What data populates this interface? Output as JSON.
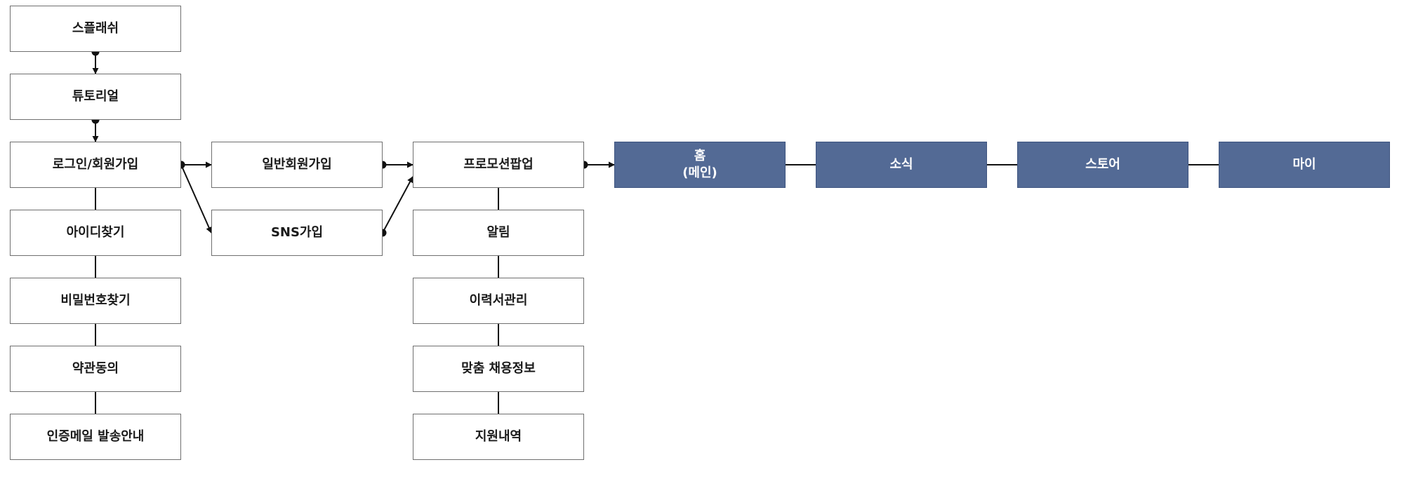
{
  "diagram": {
    "colors": {
      "line": "#111111",
      "box_border": "#6f6f6f",
      "main_fill": "#536a95",
      "main_text": "#ffffff"
    },
    "nodes": [
      {
        "id": "splash",
        "label": "스플래쉬",
        "style": "plain"
      },
      {
        "id": "tutorial",
        "label": "튜토리얼",
        "style": "plain"
      },
      {
        "id": "login",
        "label": "로그인/회원가입",
        "style": "plain"
      },
      {
        "id": "find-id",
        "label": "아이디찾기",
        "style": "plain"
      },
      {
        "id": "find-password",
        "label": "비밀번호찾기",
        "style": "plain"
      },
      {
        "id": "terms-agree",
        "label": "약관동의",
        "style": "plain"
      },
      {
        "id": "verify-mail",
        "label": "인증메일 발송안내",
        "style": "plain"
      },
      {
        "id": "general-signup",
        "label": "일반회원가입",
        "style": "plain"
      },
      {
        "id": "sns-signup",
        "label": "SNS가입",
        "style": "plain"
      },
      {
        "id": "promo-popup",
        "label": "프로모션팝업",
        "style": "plain"
      },
      {
        "id": "notifications",
        "label": "알림",
        "style": "plain"
      },
      {
        "id": "resume",
        "label": "이력서관리",
        "style": "plain"
      },
      {
        "id": "custom-jobs",
        "label": "맞춤 채용정보",
        "style": "plain"
      },
      {
        "id": "applications",
        "label": "지원내역",
        "style": "plain"
      },
      {
        "id": "home",
        "label": "홈\n(메인)",
        "style": "main"
      },
      {
        "id": "news",
        "label": "소식",
        "style": "main"
      },
      {
        "id": "store",
        "label": "스토어",
        "style": "main"
      },
      {
        "id": "my",
        "label": "마이",
        "style": "main"
      }
    ],
    "edges": [
      {
        "from": "splash",
        "to": "tutorial",
        "type": "arrow"
      },
      {
        "from": "tutorial",
        "to": "login",
        "type": "arrow"
      },
      {
        "from": "login",
        "to": "find-id",
        "type": "line"
      },
      {
        "from": "find-id",
        "to": "find-password",
        "type": "line"
      },
      {
        "from": "find-password",
        "to": "terms-agree",
        "type": "line"
      },
      {
        "from": "terms-agree",
        "to": "verify-mail",
        "type": "line"
      },
      {
        "from": "login",
        "to": "general-signup",
        "type": "arrow"
      },
      {
        "from": "login",
        "to": "sns-signup",
        "type": "arrow"
      },
      {
        "from": "general-signup",
        "to": "promo-popup",
        "type": "arrow"
      },
      {
        "from": "sns-signup",
        "to": "promo-popup",
        "type": "arrow"
      },
      {
        "from": "promo-popup",
        "to": "notifications",
        "type": "line"
      },
      {
        "from": "notifications",
        "to": "resume",
        "type": "line"
      },
      {
        "from": "resume",
        "to": "custom-jobs",
        "type": "line"
      },
      {
        "from": "custom-jobs",
        "to": "applications",
        "type": "line"
      },
      {
        "from": "promo-popup",
        "to": "home",
        "type": "arrow"
      },
      {
        "from": "home",
        "to": "news",
        "type": "line"
      },
      {
        "from": "news",
        "to": "store",
        "type": "line"
      },
      {
        "from": "store",
        "to": "my",
        "type": "line"
      }
    ]
  }
}
